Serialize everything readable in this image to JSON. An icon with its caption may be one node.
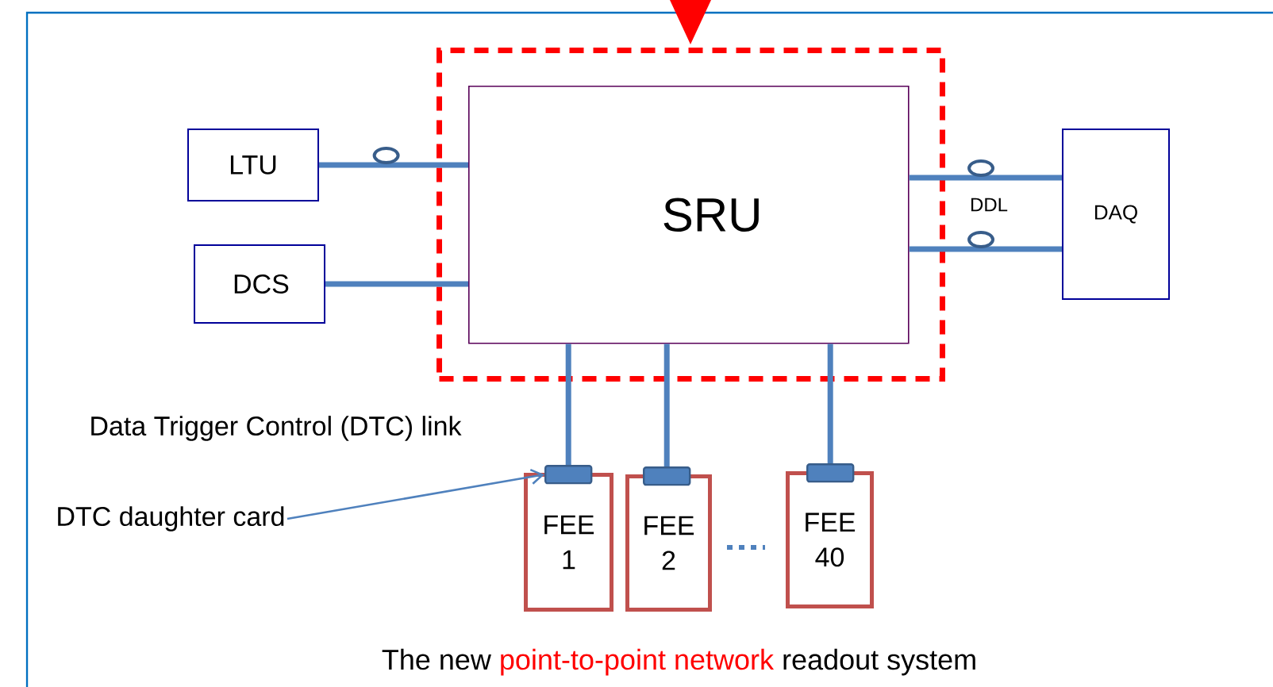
{
  "diagram": {
    "caption": "readout system",
    "nodes": [
      {
        "text": [],
        "shape": "box"
      },
      {
        "text": [
          "SRU"
        ],
        "in": 0
      },
      {
        "text": [
          "LTU"
        ]
      },
      {
        "text": [
          "DCS"
        ]
      },
      {
        "text": [
          "DAQ"
        ]
      },
      {
        "text": [
          "FEE 1"
        ]
      },
      {
        "text": [
          "FEE 2"
        ]
      },
      {
        "text": [
          "FEE 40"
        ]
      },
      {
        "text": [],
        "shape": "box"
      },
      {
        "text": [],
        "shape": "box"
      },
      {
        "text": [],
        "shape": "box"
      },
      {
        "text": [
          "DTC daughter card"
        ]
      }
    ],
    "edges": [
      {
        "from": 2,
        "to": 1,
        "arrow": "none"
      },
      {
        "from": 3,
        "to": 1,
        "arrow": "none"
      },
      {
        "from": 1,
        "to": 4,
        "arrow": "none"
      },
      {
        "from": 1,
        "to": 4,
        "arrow": "none"
      },
      {
        "from": 1,
        "to": 8,
        "arrow": "none"
      },
      {
        "from": 1,
        "to": 9,
        "arrow": "none"
      },
      {
        "from": 1,
        "to": 10,
        "arrow": "none"
      },
      {
        "from": 11,
        "to": 8,
        "arrow": "to"
      }
    ],
    "labels": [
      "DDL",
      "Data Trigger Control (DTC) link",
      "The new",
      "point-to-point network"
    ]
  }
}
